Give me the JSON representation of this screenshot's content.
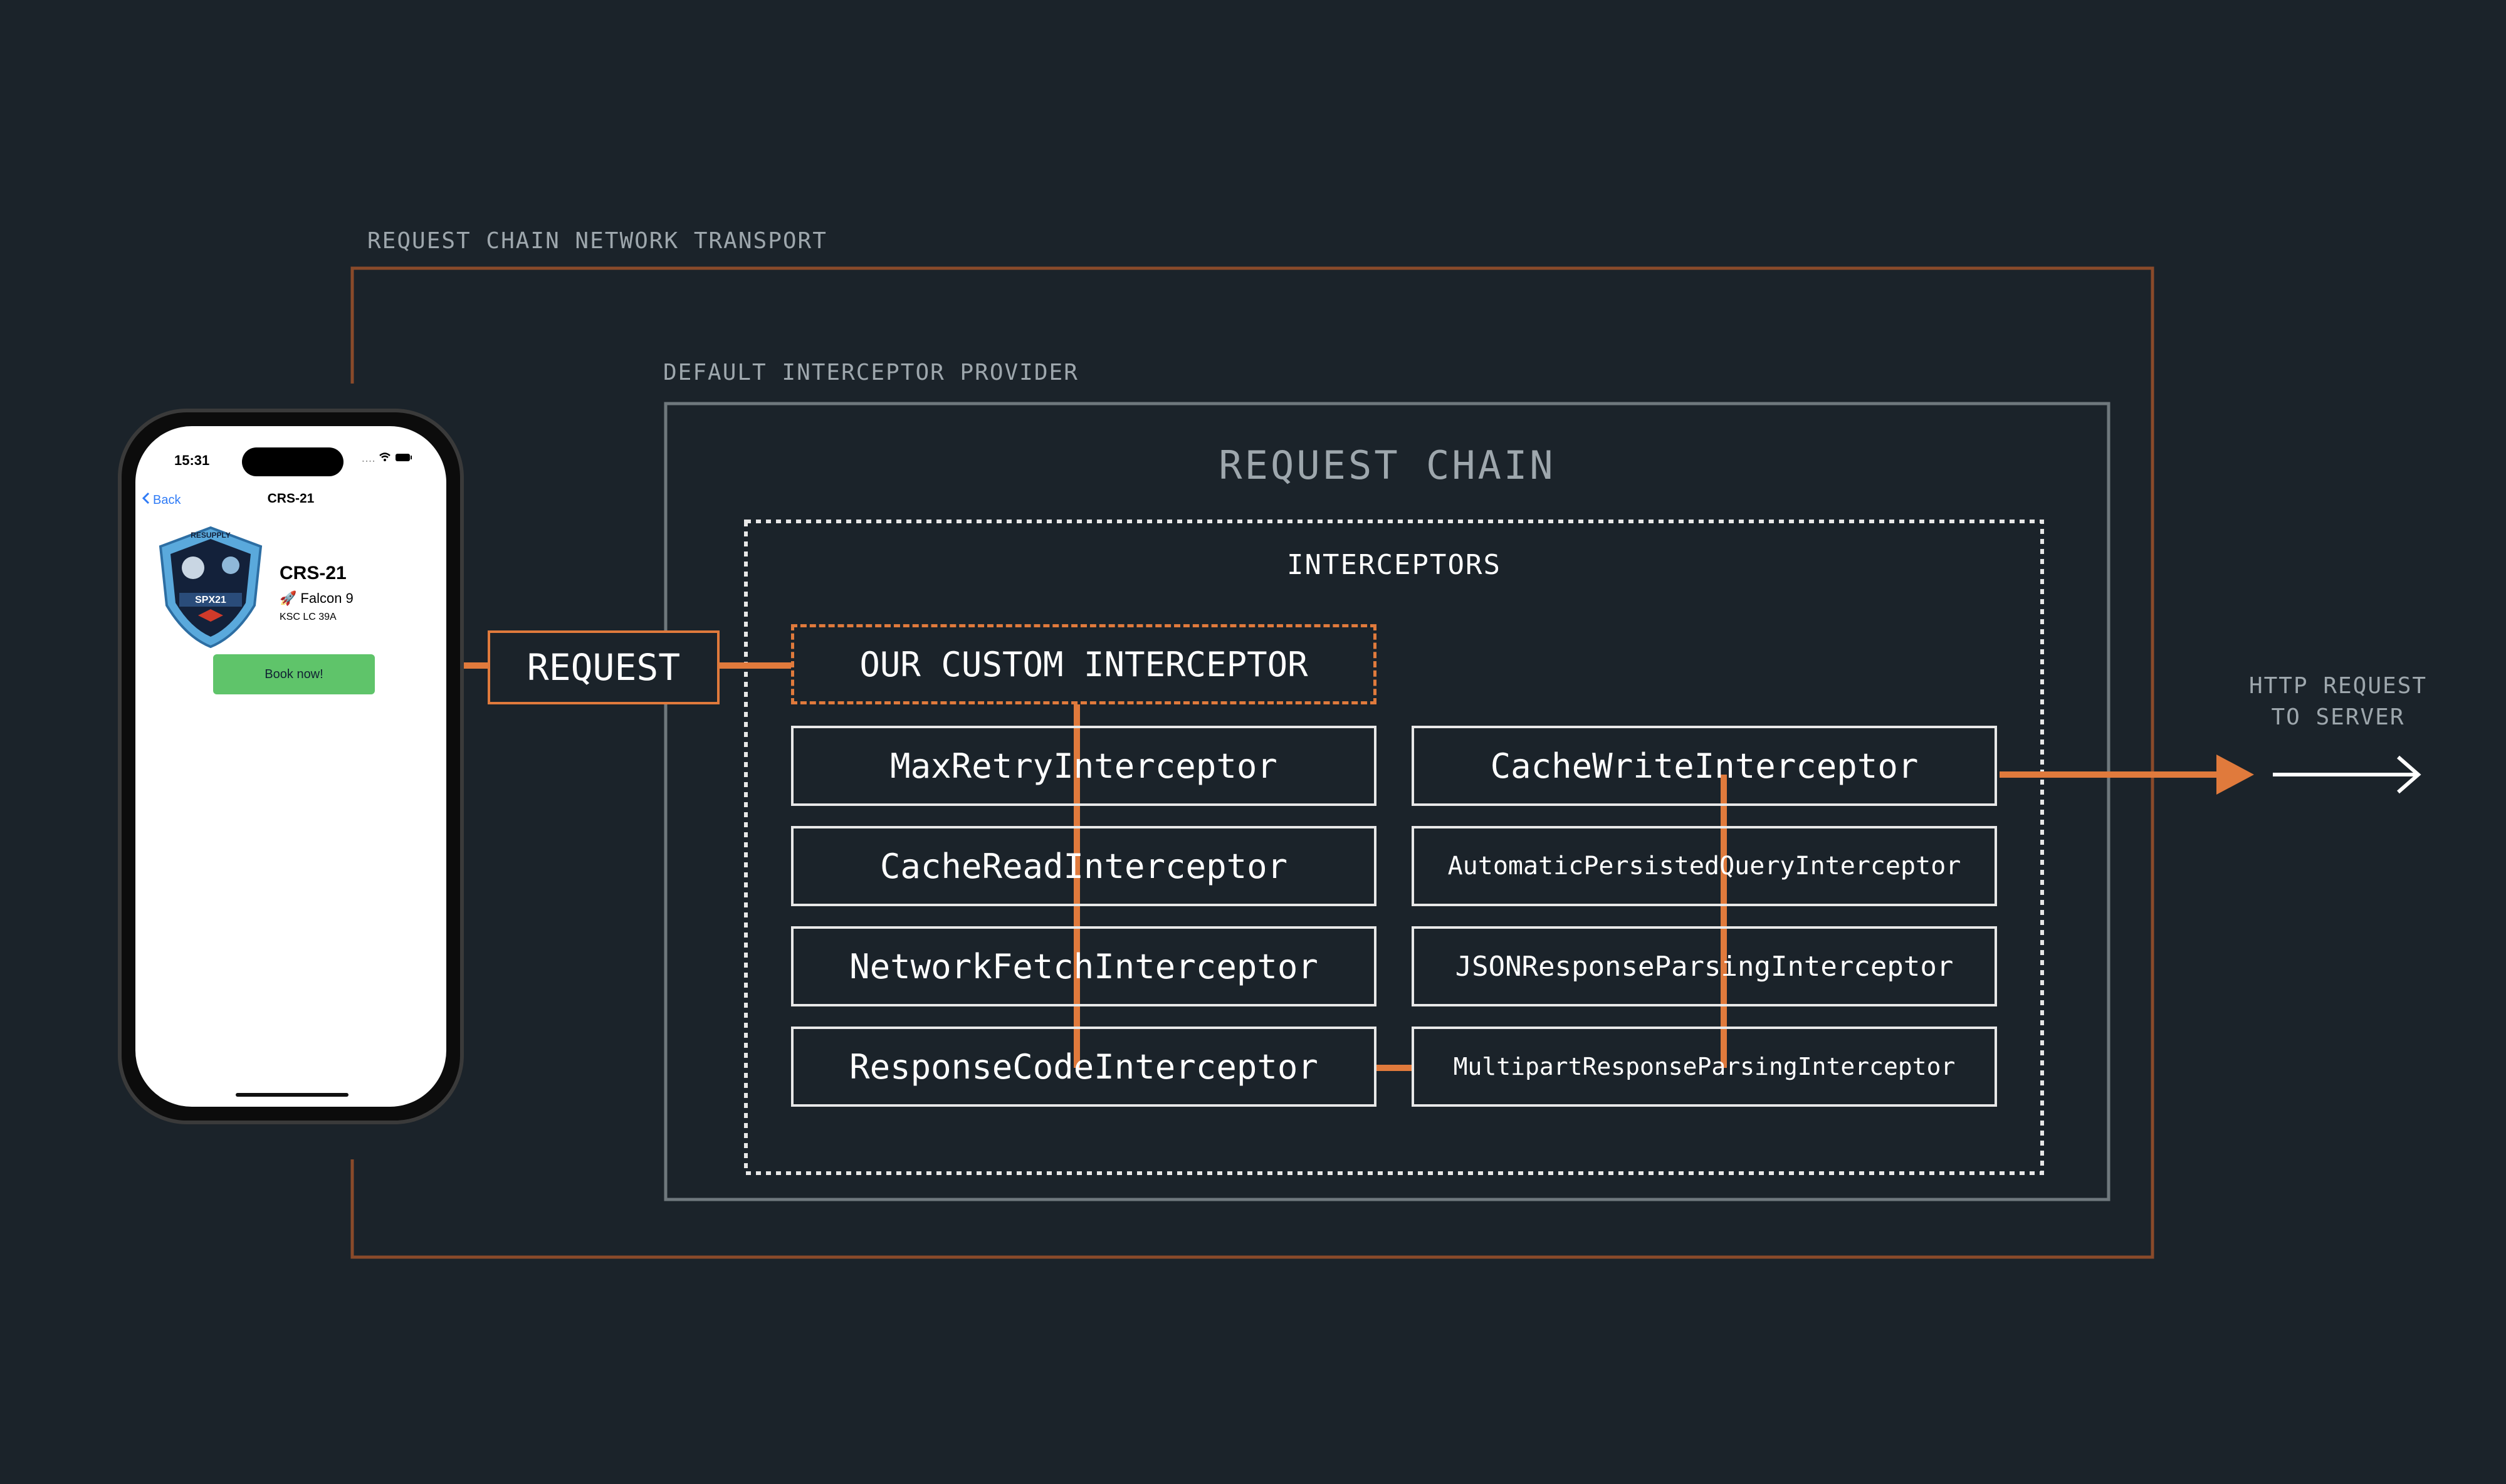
{
  "outer_label": "REQUEST CHAIN NETWORK TRANSPORT",
  "provider_label": "DEFAULT INTERCEPTOR PROVIDER",
  "chain_title": "REQUEST CHAIN",
  "interceptors_label": "INTERCEPTORS",
  "custom_interceptor": "OUR CUSTOM INTERCEPTOR",
  "request_label": "REQUEST",
  "http_label_line1": "HTTP REQUEST",
  "http_label_line2": "TO SERVER",
  "left_column": [
    "MaxRetryInterceptor",
    "CacheReadInterceptor",
    "NetworkFetchInterceptor",
    "ResponseCodeInterceptor"
  ],
  "right_column": [
    "CacheWriteInterceptor",
    "AutomaticPersistedQueryInterceptor",
    "JSONResponseParsingInterceptor",
    "MultipartResponseParsingInterceptor"
  ],
  "phone": {
    "time": "15:31",
    "status": "....",
    "back_label": "Back",
    "nav_title": "CRS-21",
    "mission_name": "CRS-21",
    "rocket_icon": "rocket-emoji",
    "rocket_emoji": "🚀",
    "rocket": "Falcon 9",
    "site": "KSC LC 39A",
    "book_button": "Book now!",
    "patch_top": "RESUPPLY",
    "patch_center": "SPX21"
  },
  "colors": {
    "background": "#1b232a",
    "accent_orange": "#e07a3c",
    "outer_border": "#8a4a2a",
    "provider_border": "#6f787d",
    "box_border": "#e8e8e8"
  }
}
